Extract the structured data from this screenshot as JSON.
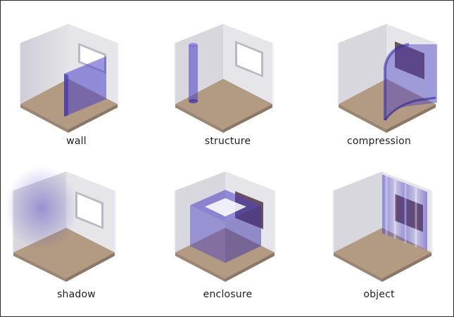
{
  "colors": {
    "wall_left": "#d9d8de",
    "wall_right": "#e6e5ea",
    "wall_edge": "#f1f0f4",
    "floor_top": "#b29a83",
    "floor_side_left": "#9b8573",
    "floor_side_right": "#8c7766",
    "window_glass": "#ffffff",
    "window_frame": "#bab8c4",
    "accent_purple": "#4a3fc4"
  },
  "panels": [
    {
      "caption": "wall"
    },
    {
      "caption": "structure"
    },
    {
      "caption": "compression"
    },
    {
      "caption": "shadow"
    },
    {
      "caption": "enclosure"
    },
    {
      "caption": "object"
    }
  ]
}
